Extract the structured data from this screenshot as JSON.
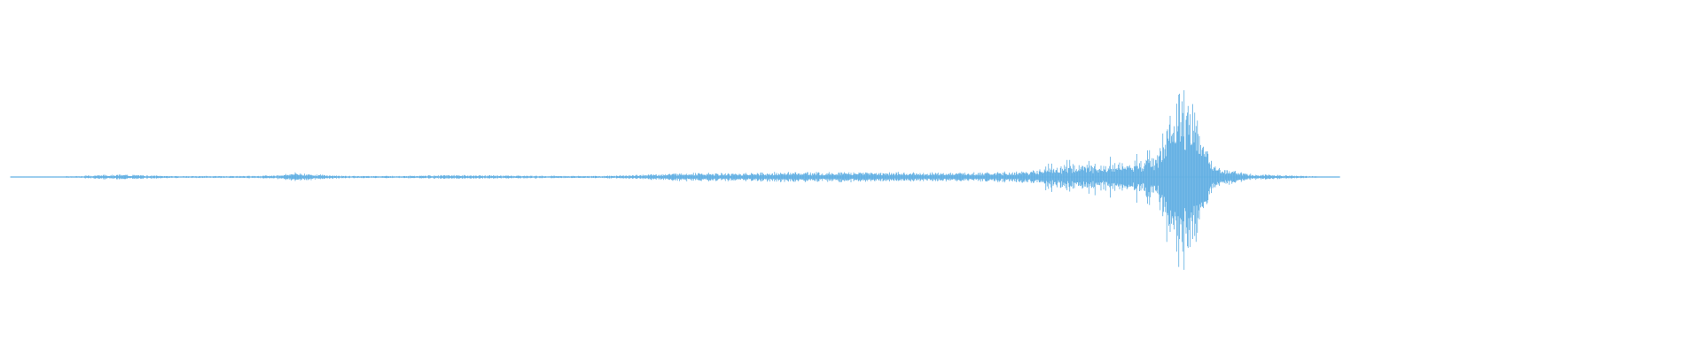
{
  "waveform": {
    "color": "#5dade2",
    "background": "#ffffff",
    "envelope": [
      [
        0.0,
        0.002
      ],
      [
        0.02,
        0.004
      ],
      [
        0.04,
        0.01
      ],
      [
        0.05,
        0.022
      ],
      [
        0.065,
        0.028
      ],
      [
        0.08,
        0.02
      ],
      [
        0.1,
        0.01
      ],
      [
        0.14,
        0.012
      ],
      [
        0.158,
        0.02
      ],
      [
        0.17,
        0.048
      ],
      [
        0.18,
        0.03
      ],
      [
        0.2,
        0.012
      ],
      [
        0.24,
        0.014
      ],
      [
        0.26,
        0.022
      ],
      [
        0.29,
        0.018
      ],
      [
        0.32,
        0.014
      ],
      [
        0.35,
        0.012
      ],
      [
        0.38,
        0.028
      ],
      [
        0.4,
        0.048
      ],
      [
        0.42,
        0.04
      ],
      [
        0.46,
        0.052
      ],
      [
        0.5,
        0.056
      ],
      [
        0.54,
        0.05
      ],
      [
        0.58,
        0.05
      ],
      [
        0.6,
        0.06
      ],
      [
        0.62,
        0.11
      ],
      [
        0.64,
        0.13
      ],
      [
        0.66,
        0.15
      ],
      [
        0.67,
        0.18
      ],
      [
        0.682,
        0.24
      ],
      [
        0.69,
        0.9
      ],
      [
        0.696,
        1.0
      ],
      [
        0.704,
        0.82
      ],
      [
        0.712,
        0.22
      ],
      [
        0.722,
        0.09
      ],
      [
        0.735,
        0.034
      ],
      [
        0.76,
        0.018
      ],
      [
        0.78,
        0.006
      ],
      [
        0.79,
        0.0
      ],
      [
        1.0,
        0.0
      ]
    ]
  }
}
